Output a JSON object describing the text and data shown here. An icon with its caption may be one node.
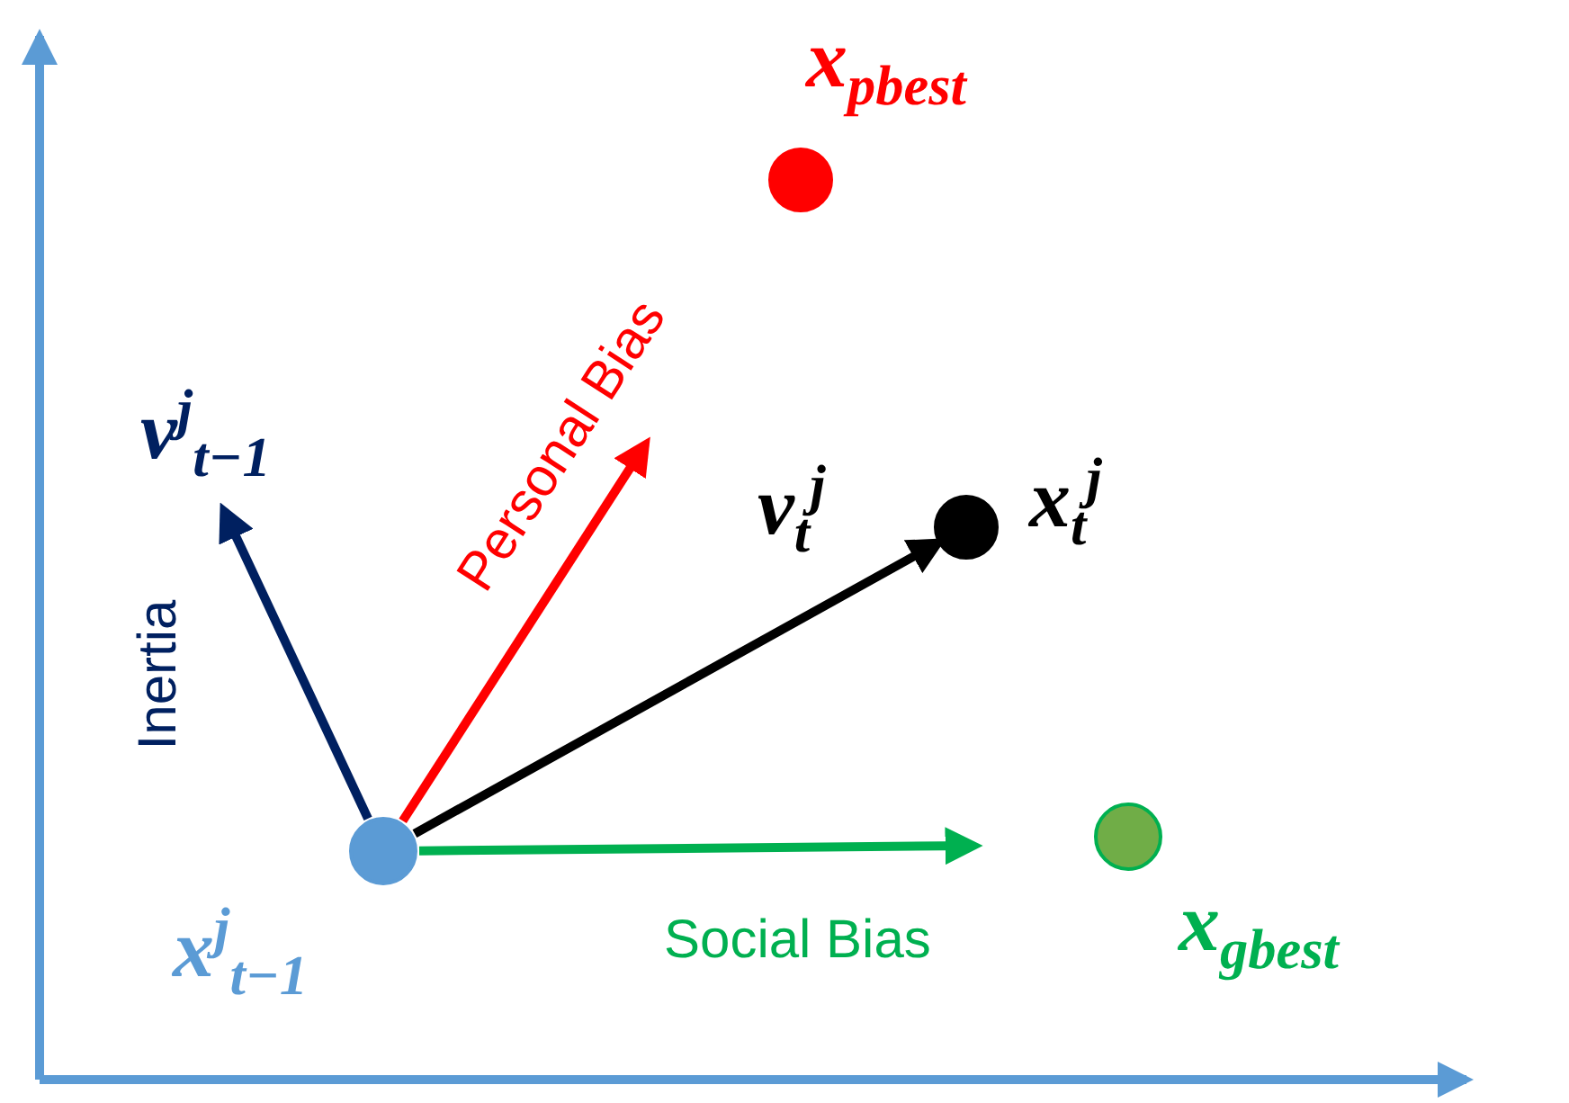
{
  "diagram": {
    "nodes": [
      {
        "text": [],
        "shape": "circle",
        "beside": [
          "x$^{j}$$_{t−1}$"
        ]
      },
      {
        "text": [],
        "shape": "circle",
        "beside": [
          "x$_{pbest}$"
        ]
      },
      {
        "text": [],
        "shape": "circle",
        "beside": [
          "x$_{t}$$^{j}$"
        ]
      },
      {
        "text": [],
        "shape": "circle",
        "beside": [
          "x$_{gbest}$"
        ]
      }
    ],
    "edges": [
      {
        "from": 0,
        "to": null,
        "arrow": "to",
        "label": "Inertia",
        "color": "#002060"
      },
      {
        "from": 0,
        "to": null,
        "arrow": "to",
        "label": "Personal Bias",
        "color": "#ff0000"
      },
      {
        "from": 0,
        "to": 2,
        "arrow": "to",
        "label": "v$_{t}$$^{j}$",
        "color": "#000000"
      },
      {
        "from": 0,
        "to": null,
        "arrow": "to",
        "label": "Social Bias",
        "color": "#00b050"
      }
    ],
    "labels": [
      "v$^{j}$$_{t−1}$"
    ]
  }
}
